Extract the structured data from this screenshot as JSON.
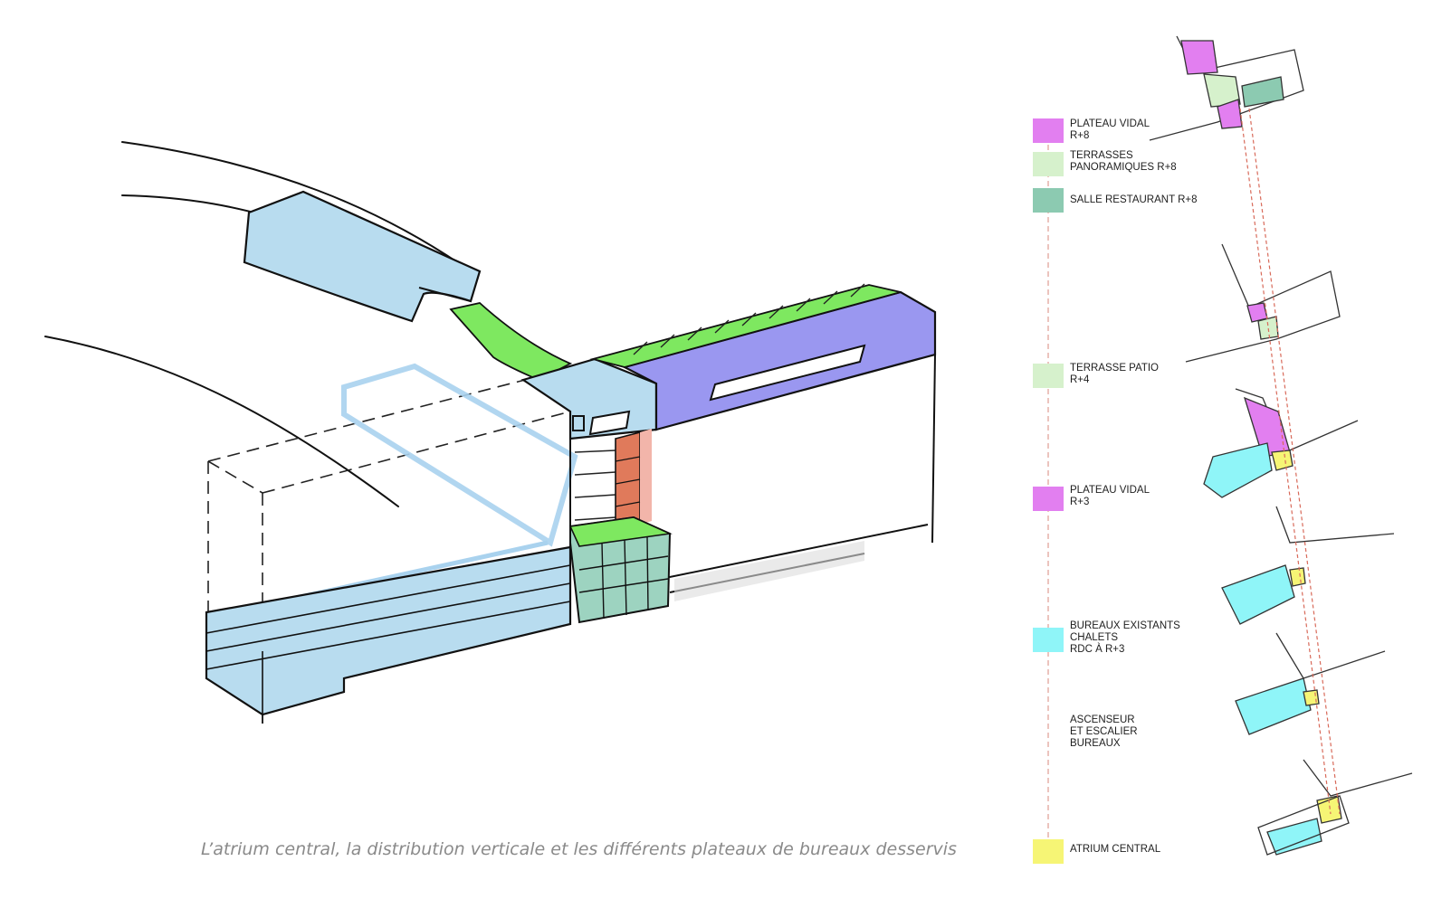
{
  "caption": "L’atrium central, la distribution verticale et les différents plateaux de bureaux desservis",
  "colors": {
    "plateau": "#e27ff0",
    "terrasse": "#d6f1cc",
    "restaurant": "#8ccab1",
    "bureaux": "#8ff5f8",
    "atrium": "#f6f575",
    "sketch_blue": "#b8dcef",
    "sketch_green": "#7ee860",
    "sketch_violet": "#9a97f0",
    "sketch_orange": "#e07a5b"
  },
  "legend": [
    {
      "key": "plateau_r8",
      "label": "PLATEAU VIDAL\n R+8",
      "swatch": "plateau"
    },
    {
      "key": "terrasses",
      "label": "TERRASSES\n PANORAMIQUES R+8",
      "swatch": "terrasse"
    },
    {
      "key": "restaurant",
      "label": "SALLE RESTAURANT R+8",
      "swatch": "restaurant"
    },
    {
      "key": "patio",
      "label": "TERRASSE PATIO\n R+4",
      "swatch": "terrasse"
    },
    {
      "key": "plateau_r3",
      "label": "PLATEAU VIDAL\n R+3",
      "swatch": "plateau"
    },
    {
      "key": "bureaux",
      "label": "BUREAUX EXISTANTS\nCHALETS\nRDC À R+3",
      "swatch": "bureaux"
    },
    {
      "key": "ascenseur",
      "label": "ASCENSEUR\nET ESCALIER\nBUREAUX",
      "swatch": "none"
    },
    {
      "key": "atrium",
      "label": "ATRIUM CENTRAL",
      "swatch": "atrium"
    }
  ]
}
